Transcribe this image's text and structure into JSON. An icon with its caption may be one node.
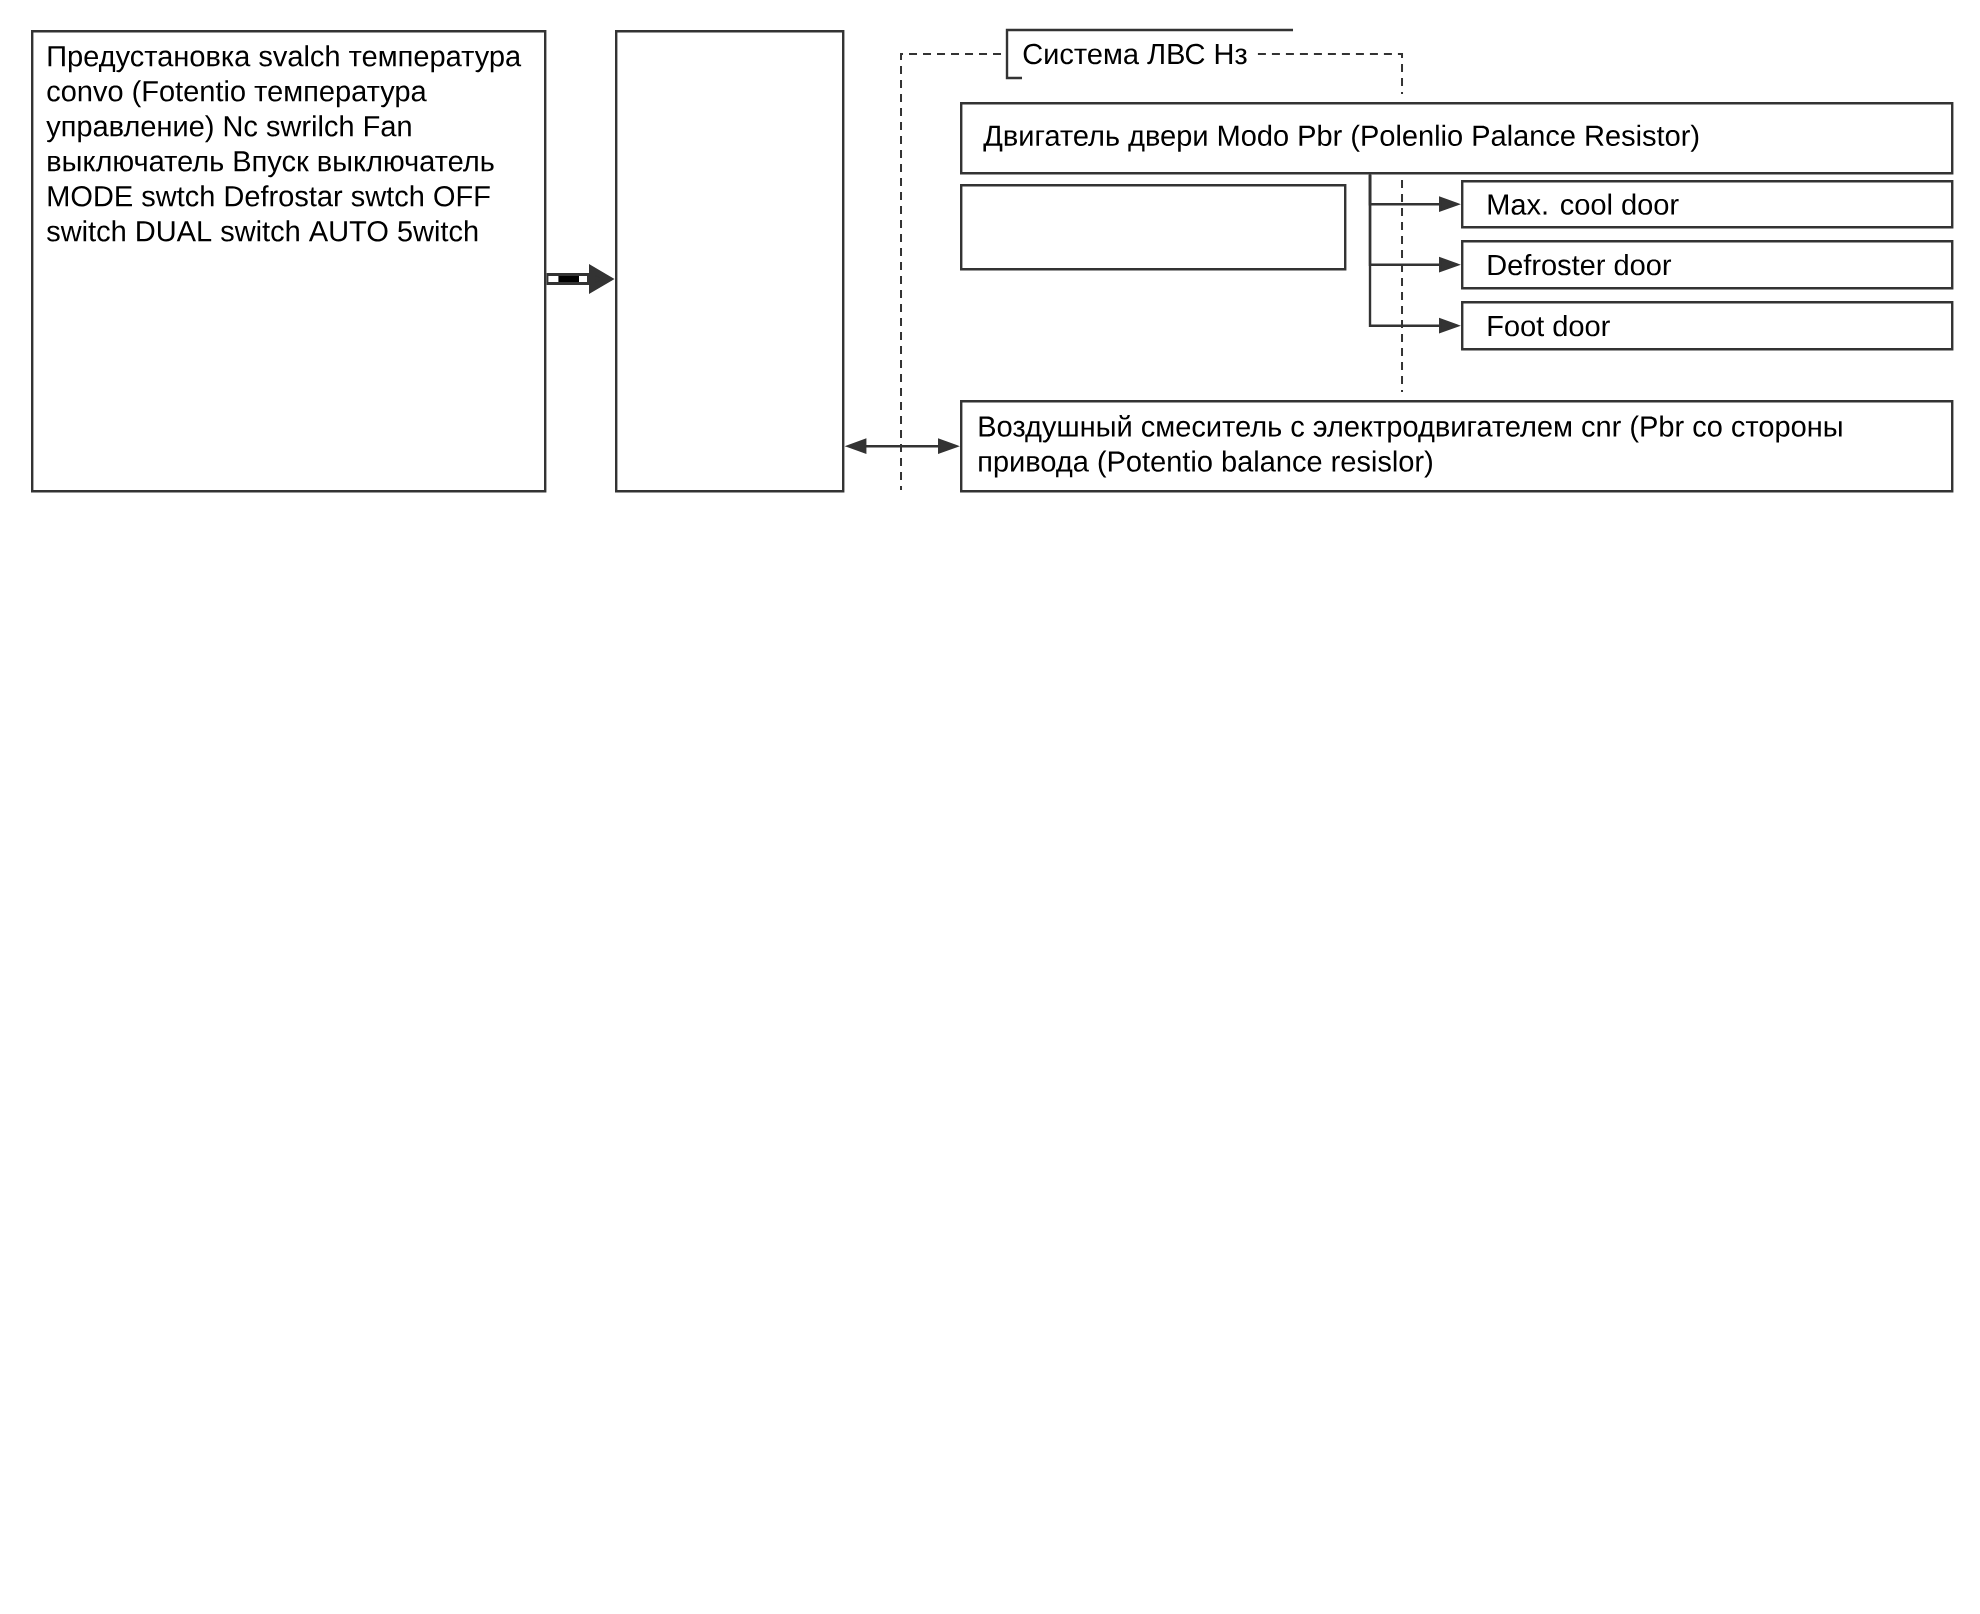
{
  "diagram": {
    "nodes": [
      {
        "text": [
          "Предустановка svalch температура convo (Fotentio температура управление) Nc swrilch Fan выключатель Впуск выключатель MODE swtch Defrostar swtch OFF switch DUAL switch AUTO 5witch"
        ]
      },
      {
        "text": [],
        "shape": "box"
      },
      {
        "text": [
          "Система ЛВС Нз"
        ]
      },
      {
        "text": [
          "Двигатель двери Modo Pbr (Polenlio Palance Resistor)"
        ]
      },
      {
        "text": [],
        "shape": "box"
      },
      {
        "text": [
          "Max. cool door"
        ]
      },
      {
        "text": [
          "Defroster door"
        ]
      },
      {
        "text": [
          "Foot door"
        ]
      },
      {
        "text": [
          "Воздушный смеситель с электродвигателем cnr (Pbr co стороны привода (Potentio balance resislor)"
        ]
      }
    ],
    "edges": [
      {
        "from": 0,
        "to": 1,
        "arrow": "to",
        "style": "thick"
      },
      {
        "from": 3,
        "to": 5,
        "arrow": "to"
      },
      {
        "from": 3,
        "to": 6,
        "arrow": "to"
      },
      {
        "from": 3,
        "to": 7,
        "arrow": "to"
      },
      {
        "from": 1,
        "to": 8,
        "arrow": "both"
      }
    ]
  }
}
